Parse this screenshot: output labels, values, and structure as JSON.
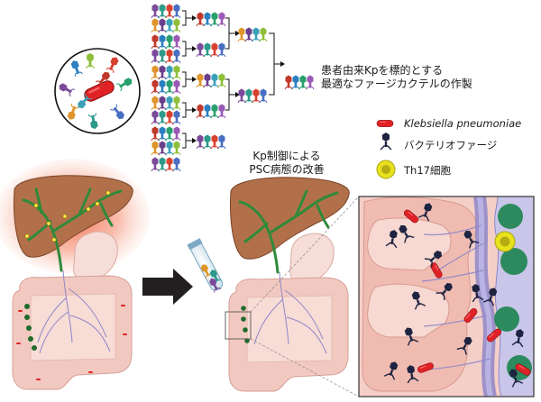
{
  "phage_panel": {
    "caption_line1": "患者由来Kpを標的とする",
    "caption_line2": "最適なファージカクテルの作製"
  },
  "middle_panel": {
    "caption_line1": "Kp制御による",
    "caption_line2": "PSC病態の改善"
  },
  "legend": {
    "kp_label": "Klebsiella pneumoniae",
    "phage_label": "バクテリオファージ",
    "th17_label": "Th17細胞"
  },
  "colors": {
    "bacteria": "#e02226",
    "phage": "#1d2340",
    "th17_outer": "#e8e21e",
    "liver": "#b2704a",
    "bile_duct": "#2f8a3a",
    "inflammation_glow": "#f26a4c",
    "intestine": "#f2c9c1",
    "nerve_vessel": "#8d86c8",
    "arrow": "#231f20"
  },
  "icons": [
    "bacterium-icon",
    "phage-icon",
    "th17-cell-icon",
    "test-tube-icon",
    "arrow-right-icon"
  ]
}
